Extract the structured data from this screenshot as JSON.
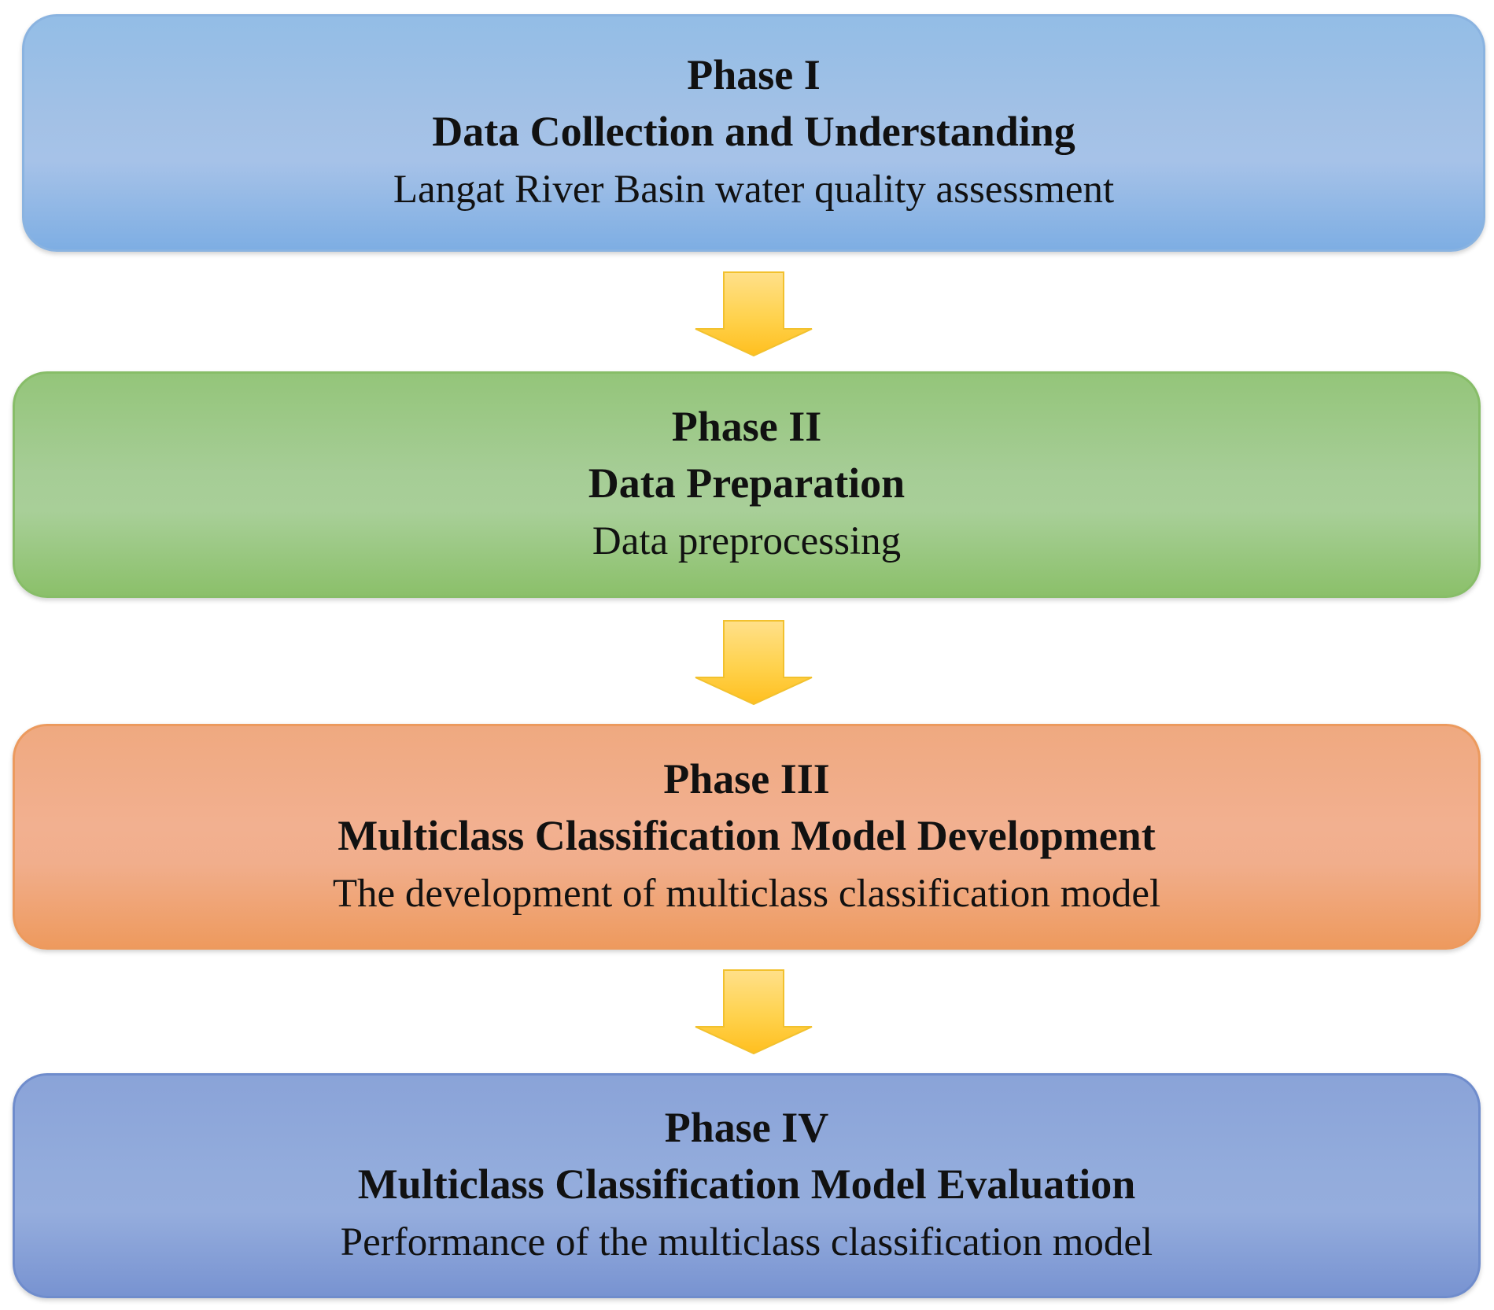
{
  "phases": [
    {
      "title": "Phase I",
      "name": "Data Collection and Understanding",
      "description": "Langat River Basin water quality assessment",
      "color": "#9dc3e6"
    },
    {
      "title": "Phase II",
      "name": "Data Preparation",
      "description": "Data preprocessing",
      "color": "#a9d18e"
    },
    {
      "title": "Phase III",
      "name": "Multiclass Classification Model Development",
      "description": "The development of multiclass classification model",
      "color": "#f4b183"
    },
    {
      "title": "Phase IV",
      "name": "Multiclass Classification Model Evaluation",
      "description": "Performance of the multiclass classification model",
      "color": "#8faadc"
    }
  ],
  "arrow_color": "#ffc000",
  "arrow_icon": "down-arrow-icon"
}
